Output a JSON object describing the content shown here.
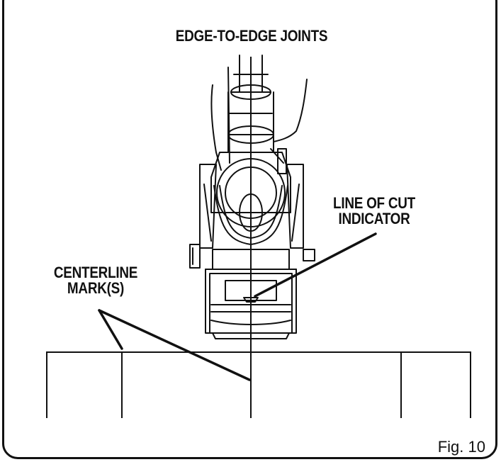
{
  "title": "EDGE-TO-EDGE JOINTS",
  "labels": {
    "line_of_cut_1": "LINE OF CUT",
    "line_of_cut_2": "INDICATOR",
    "centerline_1": "CENTERLINE",
    "centerline_2": "MARK(S)"
  },
  "figure_number": "Fig. 10",
  "colors": {
    "ink": "#111111",
    "background": "#ffffff"
  }
}
